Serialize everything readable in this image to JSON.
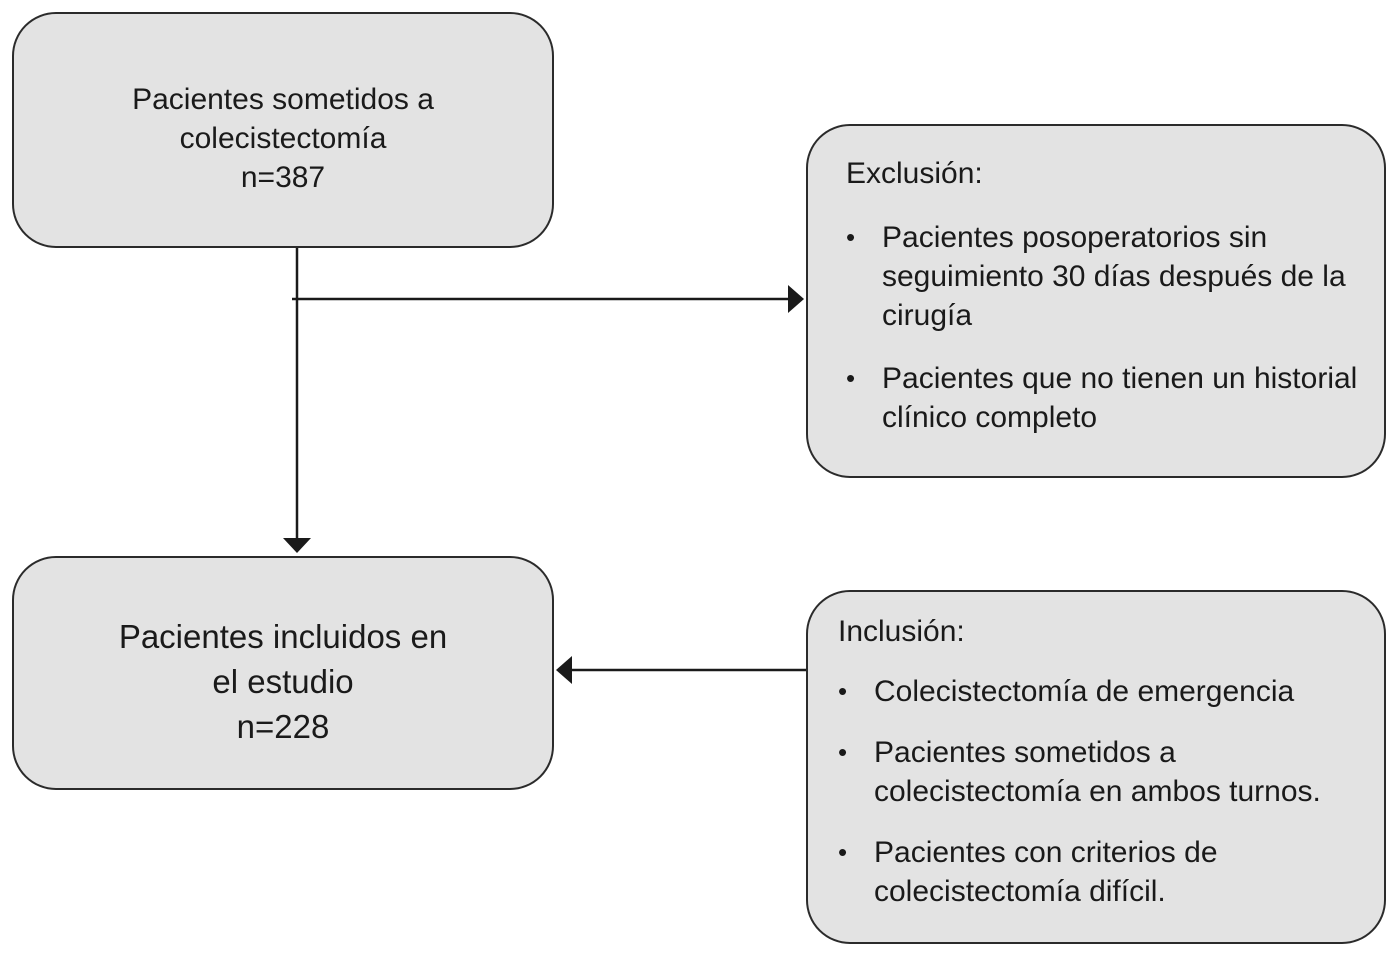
{
  "total_box": {
    "lines": [
      "Pacientes sometidos a",
      "colecistectomía",
      "n=387"
    ]
  },
  "exclusion_box": {
    "heading": "Exclusión:",
    "items": [
      "Pacientes posoperatorios sin seguimiento 30 días después de la cirugía",
      "Pacientes que no tienen un historial clínico completo"
    ]
  },
  "included_box": {
    "lines": [
      "Pacientes incluidos en",
      "el estudio",
      "n=228"
    ]
  },
  "inclusion_box": {
    "heading": "Inclusión:",
    "items": [
      "Colecistectomía de emergencia",
      "Pacientes sometidos a colecistectomía en ambos turnos.",
      "Pacientes con criterios de colecistectomía difícil."
    ]
  },
  "bullet_glyph": "•",
  "colors": {
    "box_fill": "#e3e3e3",
    "border": "#2b2b2b",
    "text": "#1a1a1a"
  }
}
